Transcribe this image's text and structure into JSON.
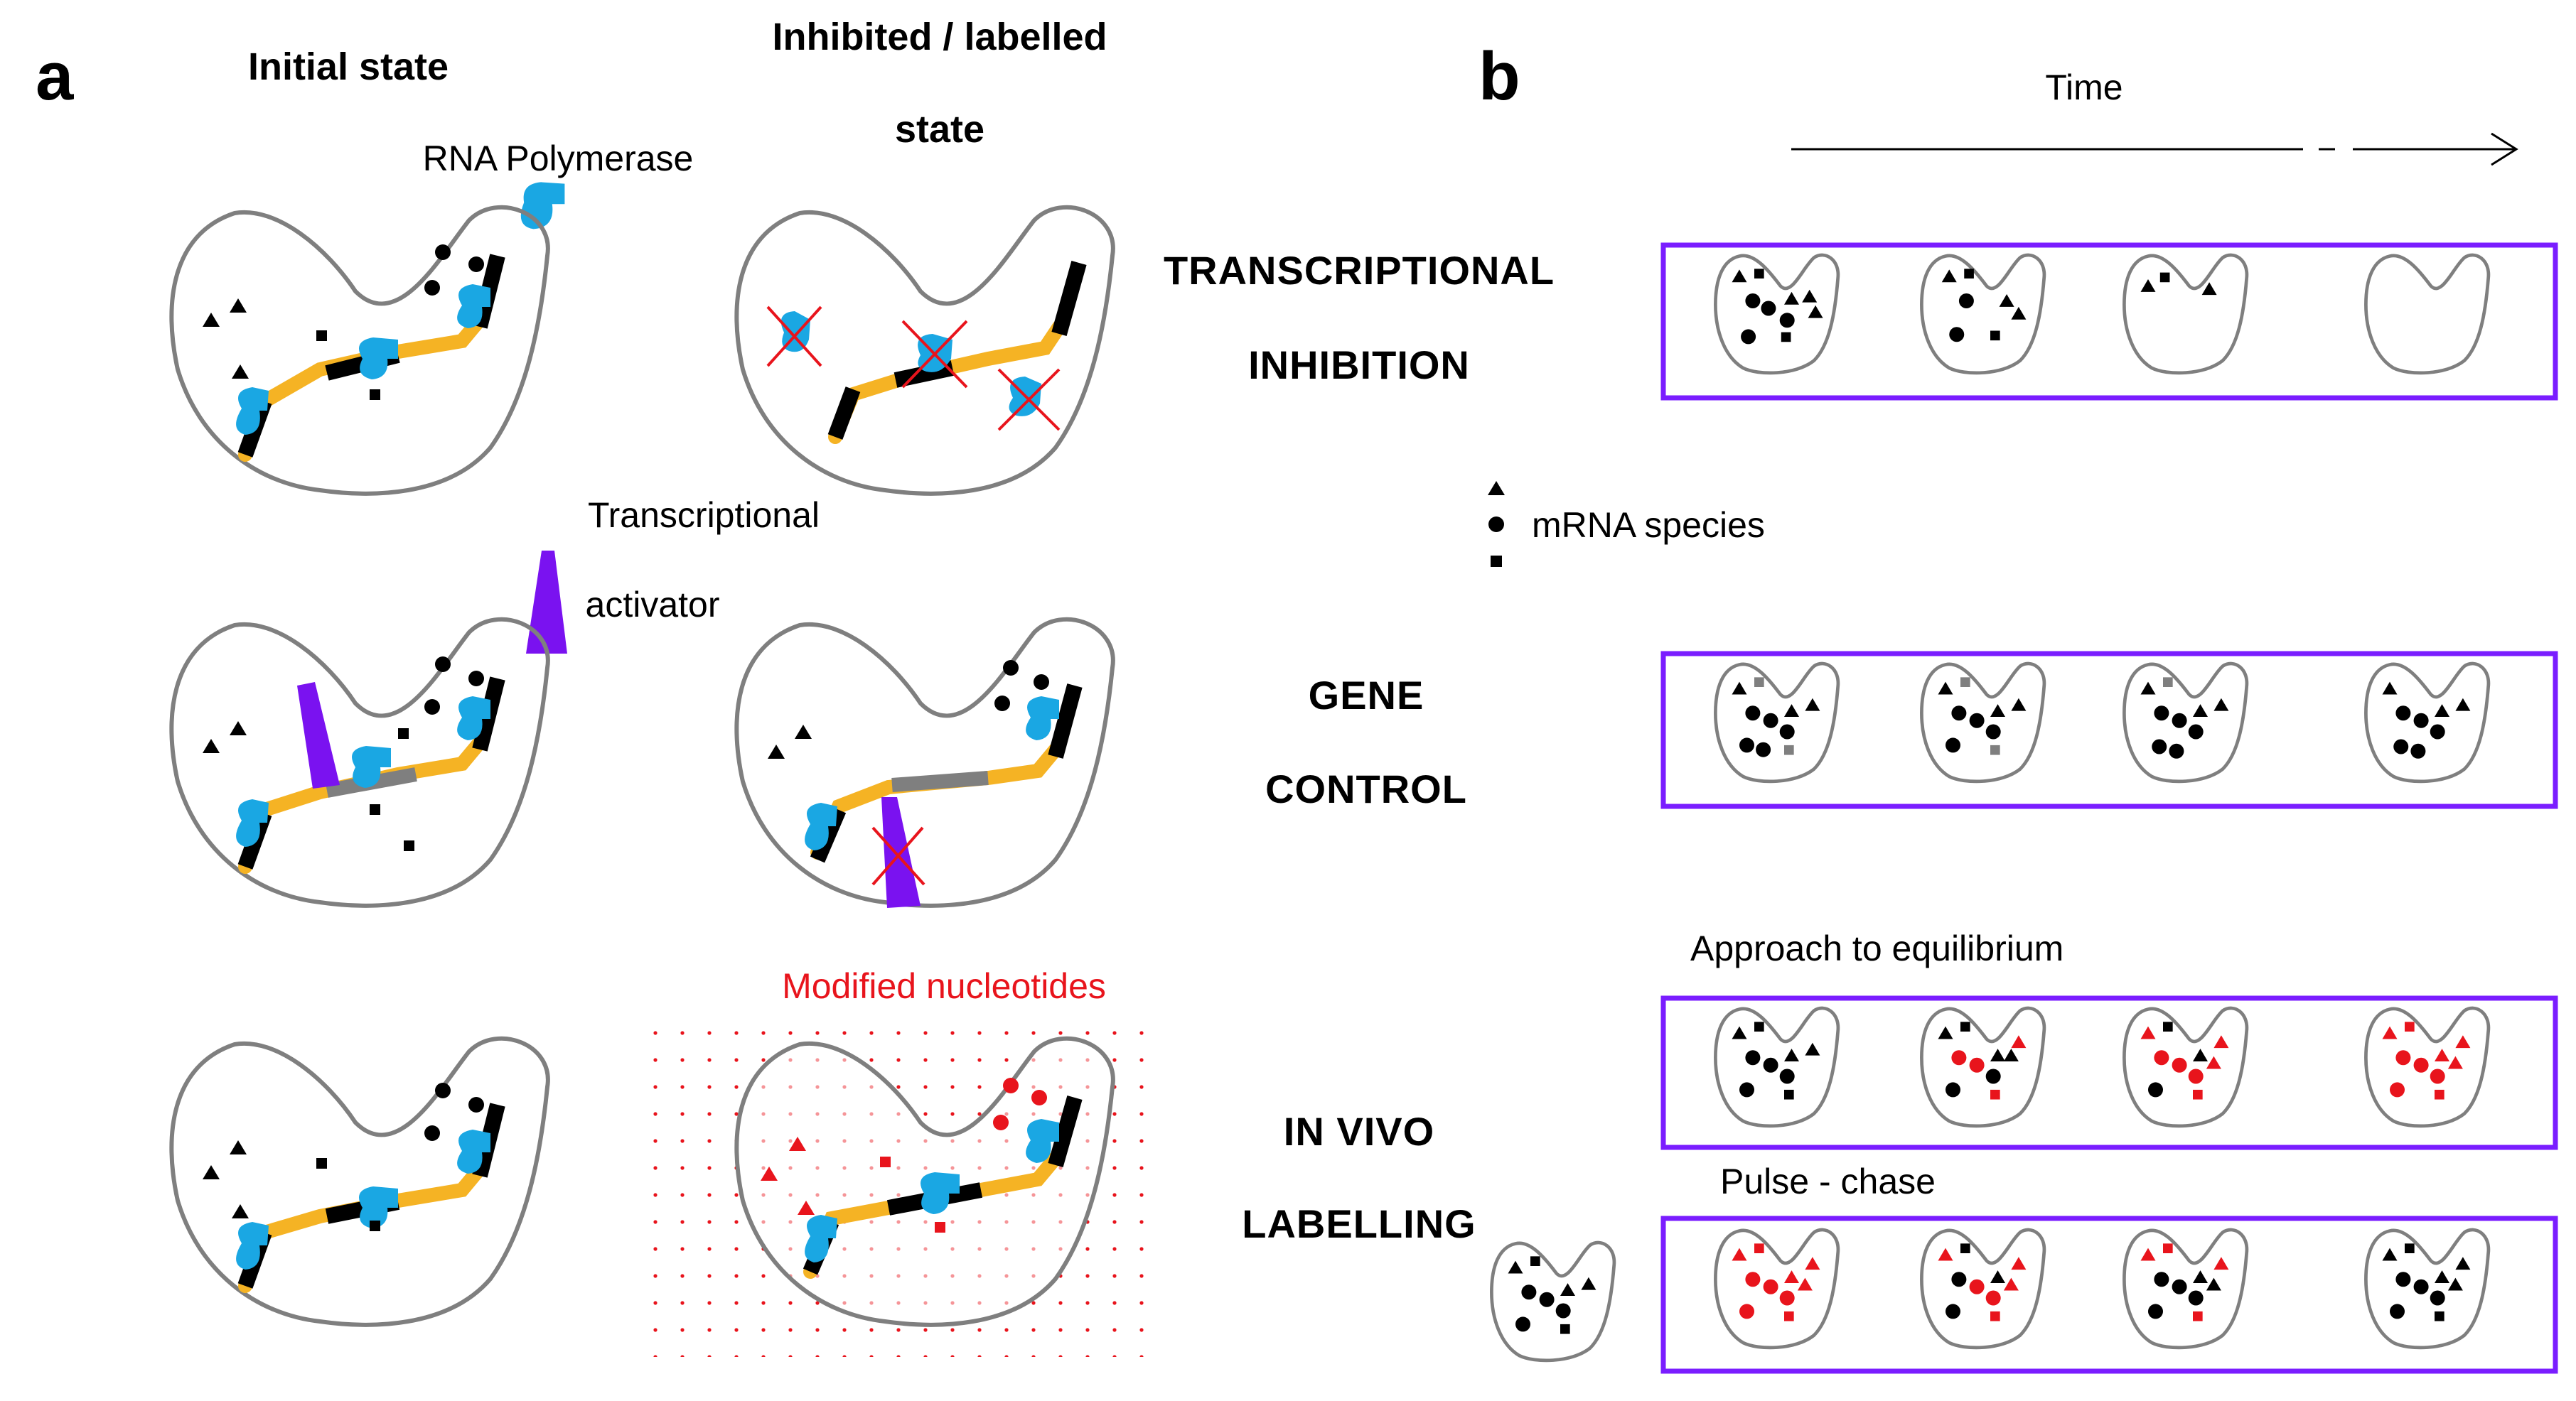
{
  "panel_a": {
    "letter": "a",
    "column_initial": "Initial state",
    "column_inhibited_line1": "Inhibited / labelled",
    "column_inhibited_line2": "state",
    "label_polymerase": "RNA Polymerase",
    "label_activator_line1": "Transcriptional",
    "label_activator_line2": "activator",
    "label_modified": "Modified nucleotides"
  },
  "panel_b": {
    "letter": "b",
    "time_label": "Time",
    "legend_label": "mRNA species",
    "approach_label": "Approach to equilibrium",
    "pulse_label": "Pulse - chase"
  },
  "processes": {
    "row1_line1": "TRANSCRIPTIONAL",
    "row1_line2": "INHIBITION",
    "row2_line1": "GENE",
    "row2_line2": "CONTROL",
    "row3_line1": "IN VIVO",
    "row3_line2": "LABELLING"
  },
  "colors": {
    "polymerase": "#1aa7e3",
    "activator": "#7a12f0",
    "dna": "#000000",
    "gene": "#f5b324",
    "silenced_gene": "#7f7f7f",
    "label_red": "#e8141c",
    "box_border": "#7a1dff",
    "cell_outline": "#7f7f7f"
  },
  "icons": [
    "rna-polymerase-icon",
    "transcriptional-activator-icon",
    "mrna-triangle-icon",
    "mrna-circle-icon",
    "mrna-square-icon",
    "inhibition-cross-icon",
    "time-arrow-icon"
  ]
}
